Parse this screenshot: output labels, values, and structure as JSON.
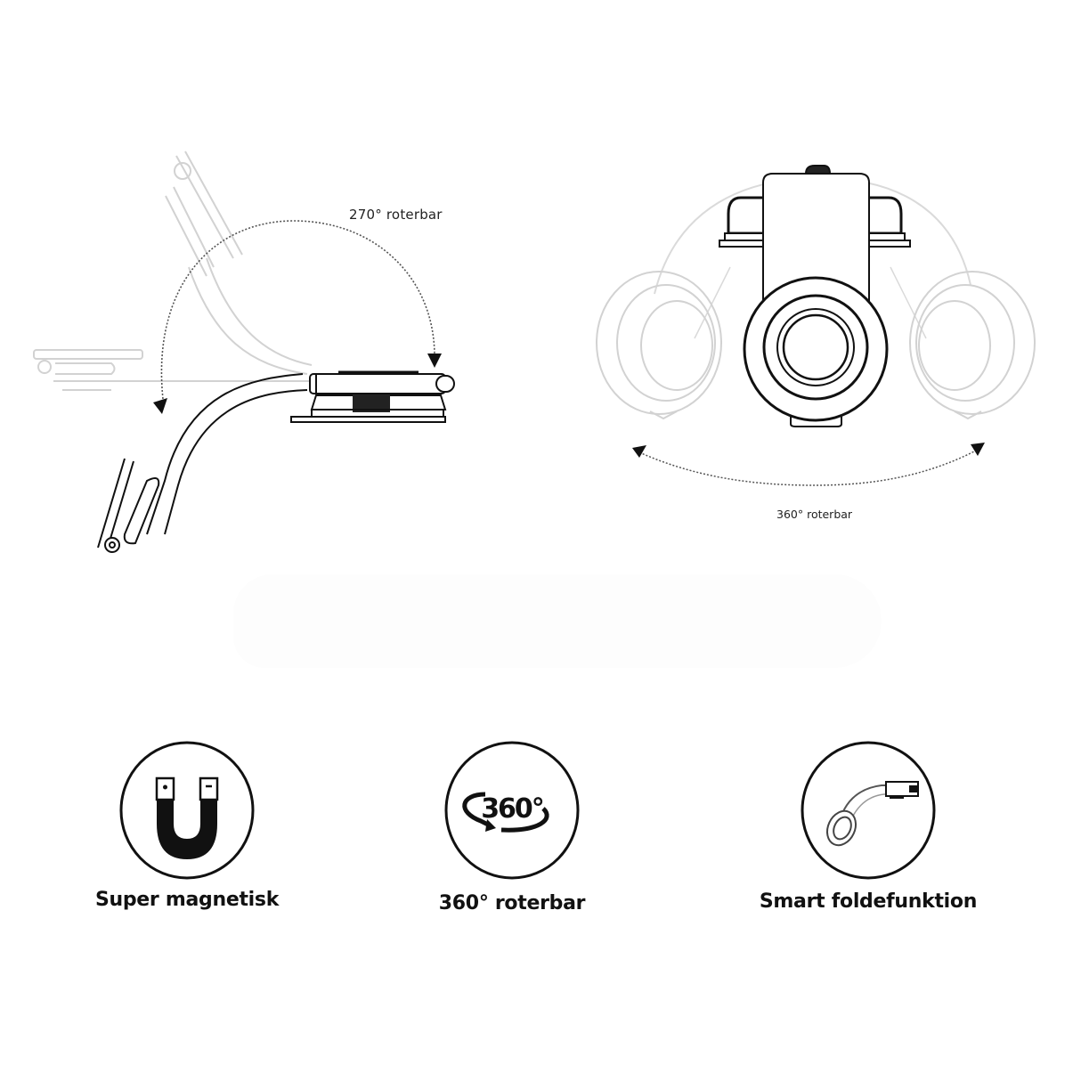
{
  "diagrams": {
    "fold": {
      "label": "270° roterbar",
      "rotation_degrees": 270
    },
    "rotate": {
      "label": "360° roterbar",
      "rotation_degrees": 360
    }
  },
  "features": [
    {
      "label": "Super magnetisk",
      "icon": "magnet-icon"
    },
    {
      "label": "360° roterbar",
      "icon": "rotate-360-icon",
      "icon_text": "360°"
    },
    {
      "label": "Smart foldefunktion",
      "icon": "fold-arm-icon"
    }
  ],
  "colors": {
    "line": "#111111",
    "faded": "#d4d4d4",
    "dotted": "#555555",
    "background": "#ffffff"
  }
}
